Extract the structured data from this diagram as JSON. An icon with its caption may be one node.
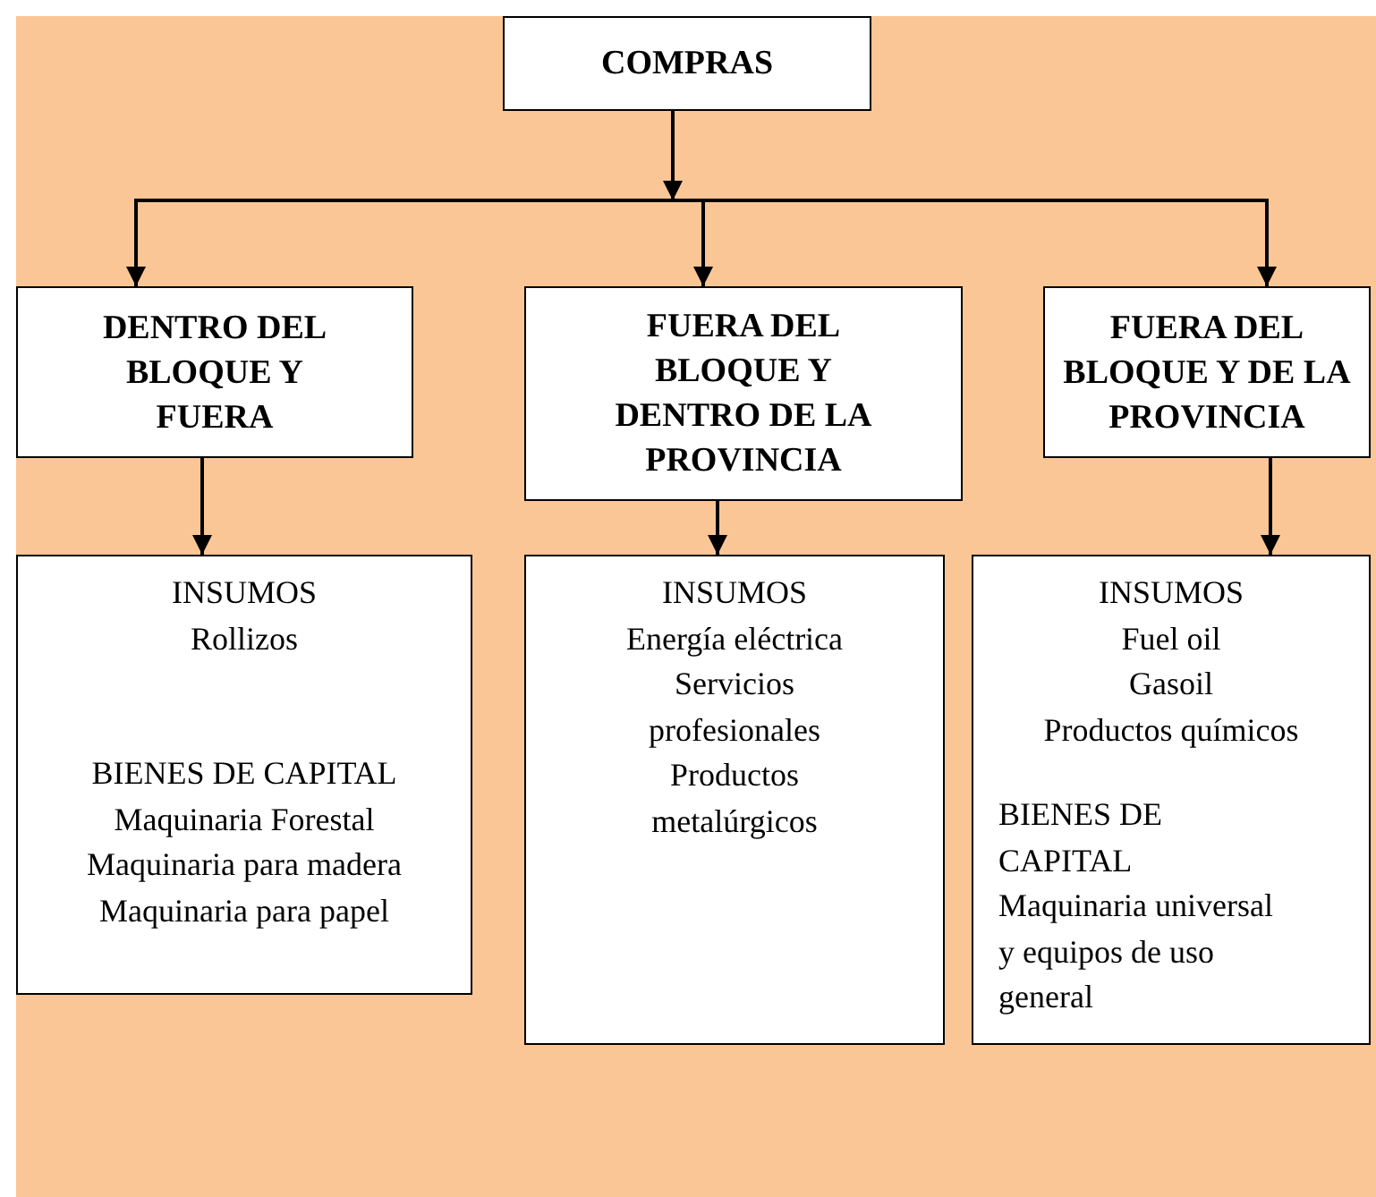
{
  "diagram": {
    "nodes": [
      {
        "text": [
          "COMPRAS"
        ]
      },
      {
        "text": [
          "DENTRO DEL BLOQUE Y FUERA"
        ]
      },
      {
        "text": [
          "FUERA DEL BLOQUE Y DENTRO DE LA PROVINCIA"
        ]
      },
      {
        "text": [
          "FUERA DEL BLOQUE Y DE LA PROVINCIA"
        ]
      },
      {
        "text": [
          "INSUMOS",
          "Rollizos",
          "BIENES DE CAPITAL",
          "Maquinaria Forestal",
          "Maquinaria para madera",
          "Maquinaria para papel"
        ]
      },
      {
        "text": [
          "INSUMOS",
          "Energía eléctrica",
          "Servicios profesionales",
          "Productos metalúrgicos"
        ]
      },
      {
        "text": [
          "INSUMOS",
          "Fuel oil",
          "Gasoil",
          "Productos químicos",
          "BIENES DE CAPITAL",
          "Maquinaria universal y equipos de uso general"
        ]
      }
    ],
    "edges": [
      {
        "from": 0,
        "to": 1,
        "arrow": "to"
      },
      {
        "from": 0,
        "to": 2,
        "arrow": "to"
      },
      {
        "from": 0,
        "to": 3,
        "arrow": "to"
      },
      {
        "from": 1,
        "to": 4,
        "arrow": "to"
      },
      {
        "from": 2,
        "to": 5,
        "arrow": "to"
      },
      {
        "from": 3,
        "to": 6,
        "arrow": "to"
      }
    ]
  }
}
